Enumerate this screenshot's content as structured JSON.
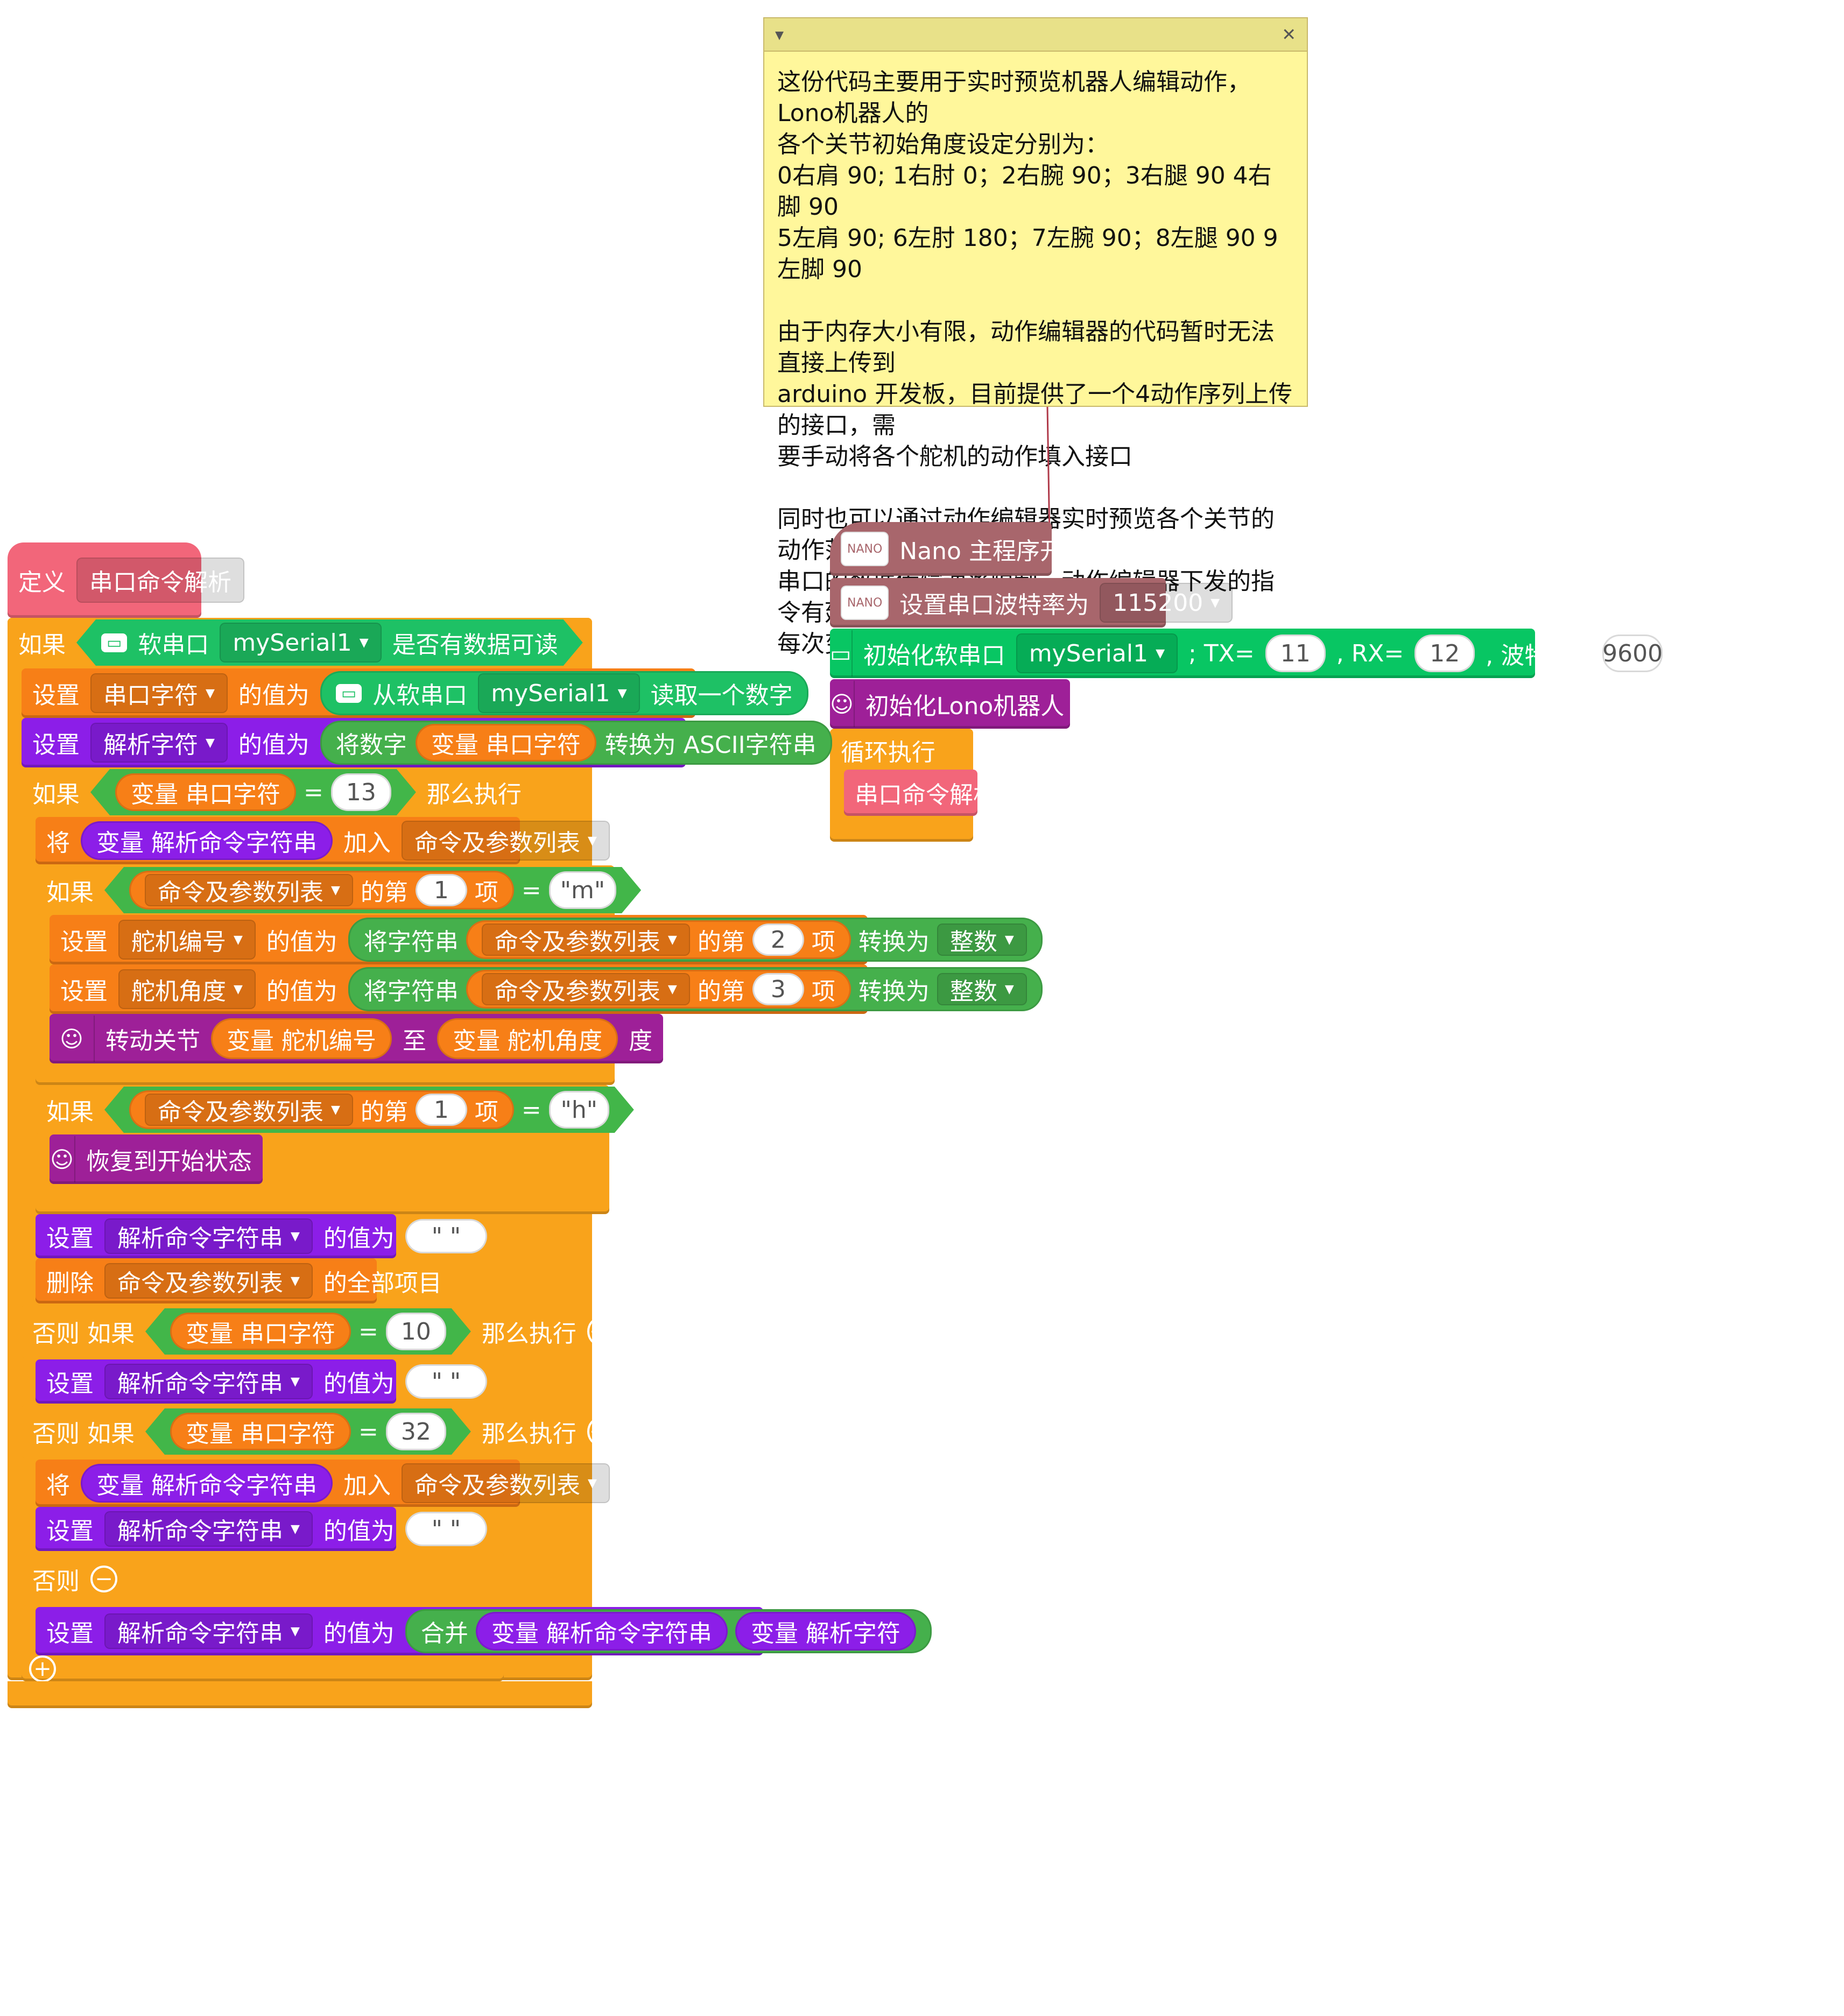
{
  "comment": {
    "text": "这份代码主要用于实时预览机器人编辑动作，Lono机器人的\n各个关节初始角度设定分别为：\n0右肩 90; 1右肘 0；2右腕 90；3右腿 90 4右脚 90\n5左肩 90; 6左肘 180；7左腕 90；8左腿 90 9左脚 90\n\n由于内存大小有限，动作编辑器的代码暂时无法直接上传到\narduino 开发板，目前提供了一个4动作序列上传的接口，需\n要手动将各个舵机的动作填入接口\n\n同时也可以通过动作编辑器实时预览各个关节的动作范围；\n串口的数据传输速率限制，动作编辑器下发的指令有延迟，\n每次变更之后需要等待几秒延迟。",
    "collapse_icon": "triangle-down-icon",
    "close_icon": "close-icon"
  },
  "main": {
    "nano_badge": "NANO",
    "start": "Nano 主程序开始",
    "baud_label": "设置串口波特率为",
    "baud_value": "115200",
    "init_soft_label": "初始化软串口",
    "serial_name": "mySerial1",
    "tx_label": "; TX=",
    "tx_value": "11",
    "rx_label": ", RX=",
    "rx_value": "12",
    "rate_label": ", 波特率=",
    "rate_value": "9600",
    "init_robot": "初始化Lono机器人",
    "loop": "循环执行",
    "call_proc": "串口命令解析"
  },
  "proc": {
    "define": "定义",
    "name": "串口命令解析",
    "if": "如果",
    "then": "那么执行",
    "else_if": "否则 如果",
    "else": "否则",
    "soft_serial": "软串口",
    "serial_name": "mySerial1",
    "available": "是否有数据可读",
    "set": "设置",
    "value_of": "的值为",
    "var_serial_char": "串口字符",
    "read_from": "从软串口",
    "read_number": "读取一个数字",
    "var_parse_char": "解析字符",
    "num_to_ascii_1": "将数字",
    "var_prefix": "变量",
    "num_to_ascii_2": "转换为 ASCII字符串",
    "eq": "=",
    "val_13": "13",
    "val_10": "10",
    "val_32": "32",
    "put": "将",
    "var_parse_str": "解析命令字符串",
    "add_to": "加入",
    "list_name": "命令及参数列表",
    "the_nth": "的第",
    "item": "项",
    "idx_1": "1",
    "idx_2": "2",
    "idx_3": "3",
    "str_m": "\"m\"",
    "str_h": "\"h\"",
    "str_empty": "\" \"",
    "var_servo_id": "舵机编号",
    "var_servo_angle": "舵机角度",
    "str_to": "将字符串",
    "convert_to": "转换为",
    "integer": "整数",
    "rotate": "转动关节",
    "to": "至",
    "degree": "度",
    "reset": "恢复到开始状态",
    "delete": "删除",
    "all_items": "的全部项目",
    "merge": "合并"
  }
}
